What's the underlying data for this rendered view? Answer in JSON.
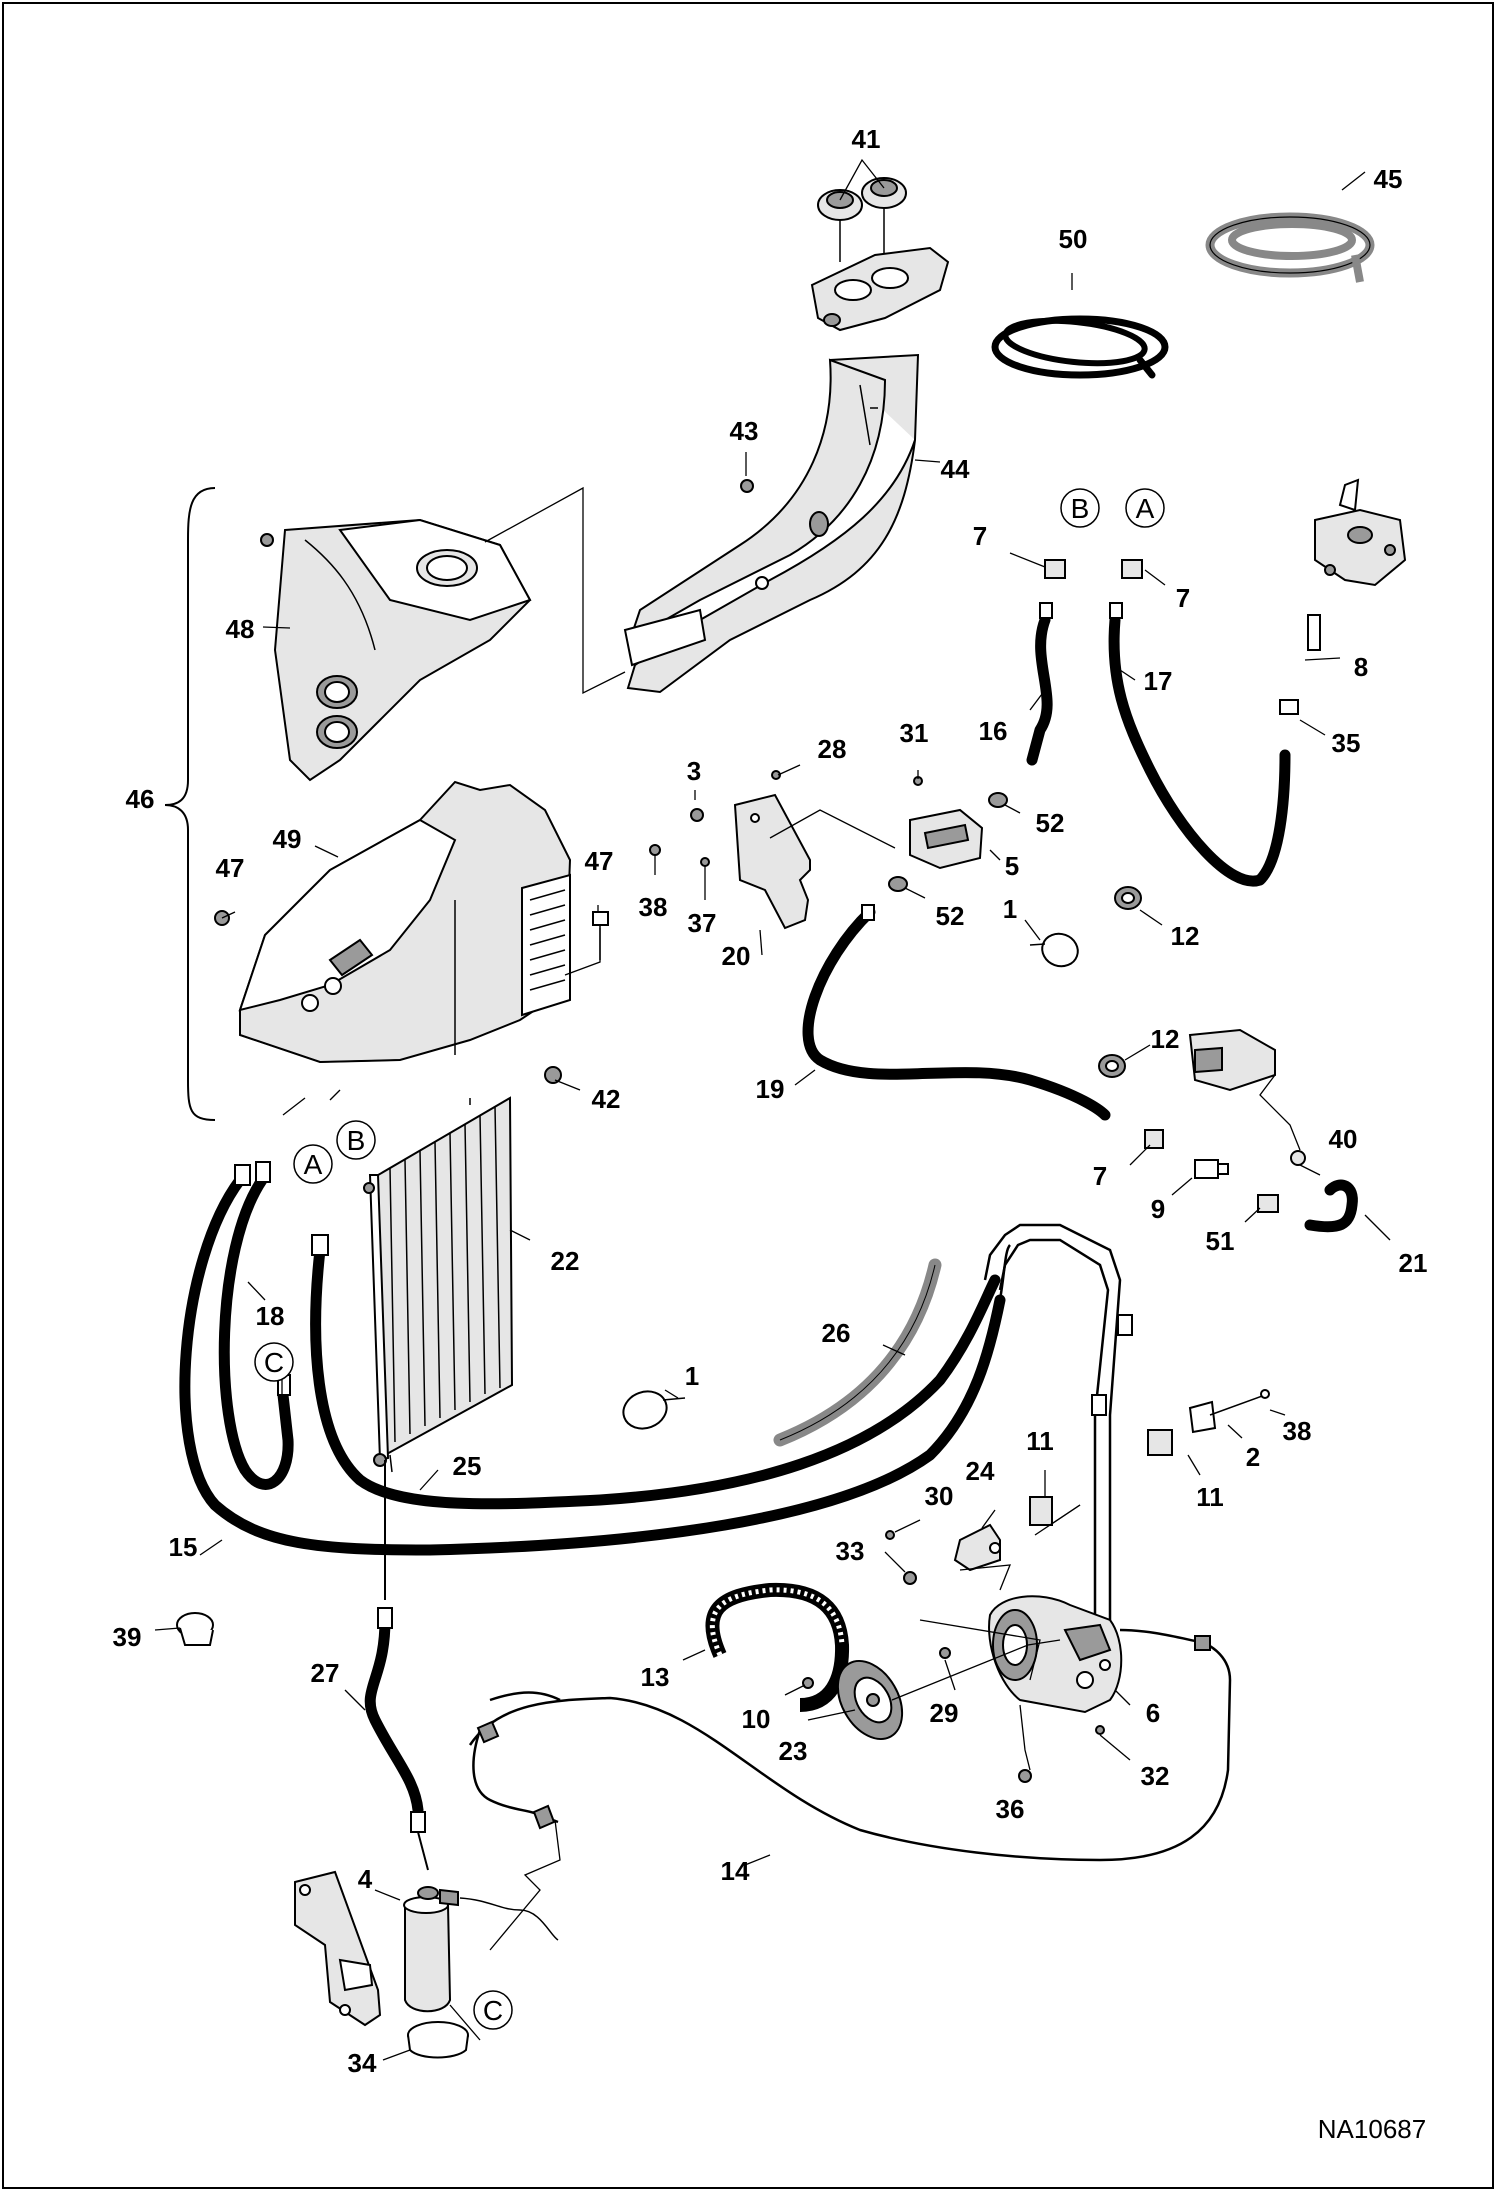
{
  "figure_id": "NA10687",
  "connection_refs": [
    "A",
    "B",
    "C"
  ],
  "part_callouts": [
    "1",
    "2",
    "3",
    "4",
    "5",
    "6",
    "7",
    "8",
    "9",
    "10",
    "11",
    "12",
    "13",
    "14",
    "15",
    "16",
    "17",
    "18",
    "19",
    "20",
    "21",
    "22",
    "23",
    "24",
    "25",
    "26",
    "27",
    "28",
    "29",
    "30",
    "31",
    "32",
    "33",
    "34",
    "35",
    "36",
    "37",
    "38",
    "39",
    "40",
    "41",
    "42",
    "43",
    "44",
    "45",
    "46",
    "47",
    "48",
    "49",
    "50",
    "51",
    "52"
  ],
  "labels": {
    "l41": "41",
    "l45": "45",
    "l50": "50",
    "l43": "43",
    "l44": "44",
    "l48": "48",
    "l46": "46",
    "l49": "49",
    "l47a": "47",
    "l47b": "47",
    "l42": "42",
    "lB1": "B",
    "lA1": "A",
    "l7a": "7",
    "l7b": "7",
    "l16": "16",
    "l17": "17",
    "l8": "8",
    "l35": "35",
    "l31": "31",
    "l3": "3",
    "l28": "28",
    "l52a": "52",
    "l5": "5",
    "l52b": "52",
    "l38a": "38",
    "l37": "37",
    "l20": "20",
    "l1a": "1",
    "l12a": "12",
    "l19": "19",
    "l12b": "12",
    "l40": "40",
    "l7c": "7",
    "l9": "9",
    "l51": "51",
    "l21": "21",
    "lA2": "A",
    "lB2": "B",
    "l22": "22",
    "l18": "18",
    "lC1": "C",
    "l26": "26",
    "l1b": "1",
    "l38b": "38",
    "l2": "2",
    "l11a": "11",
    "l11b": "11",
    "l25": "25",
    "l24": "24",
    "l30": "30",
    "l33": "33",
    "l15": "15",
    "l39": "39",
    "l13": "13",
    "l10": "10",
    "l23": "23",
    "l29": "29",
    "l6": "6",
    "l32": "32",
    "l36": "36",
    "l27": "27",
    "l14": "14",
    "l4": "4",
    "lC2": "C",
    "l34": "34"
  }
}
